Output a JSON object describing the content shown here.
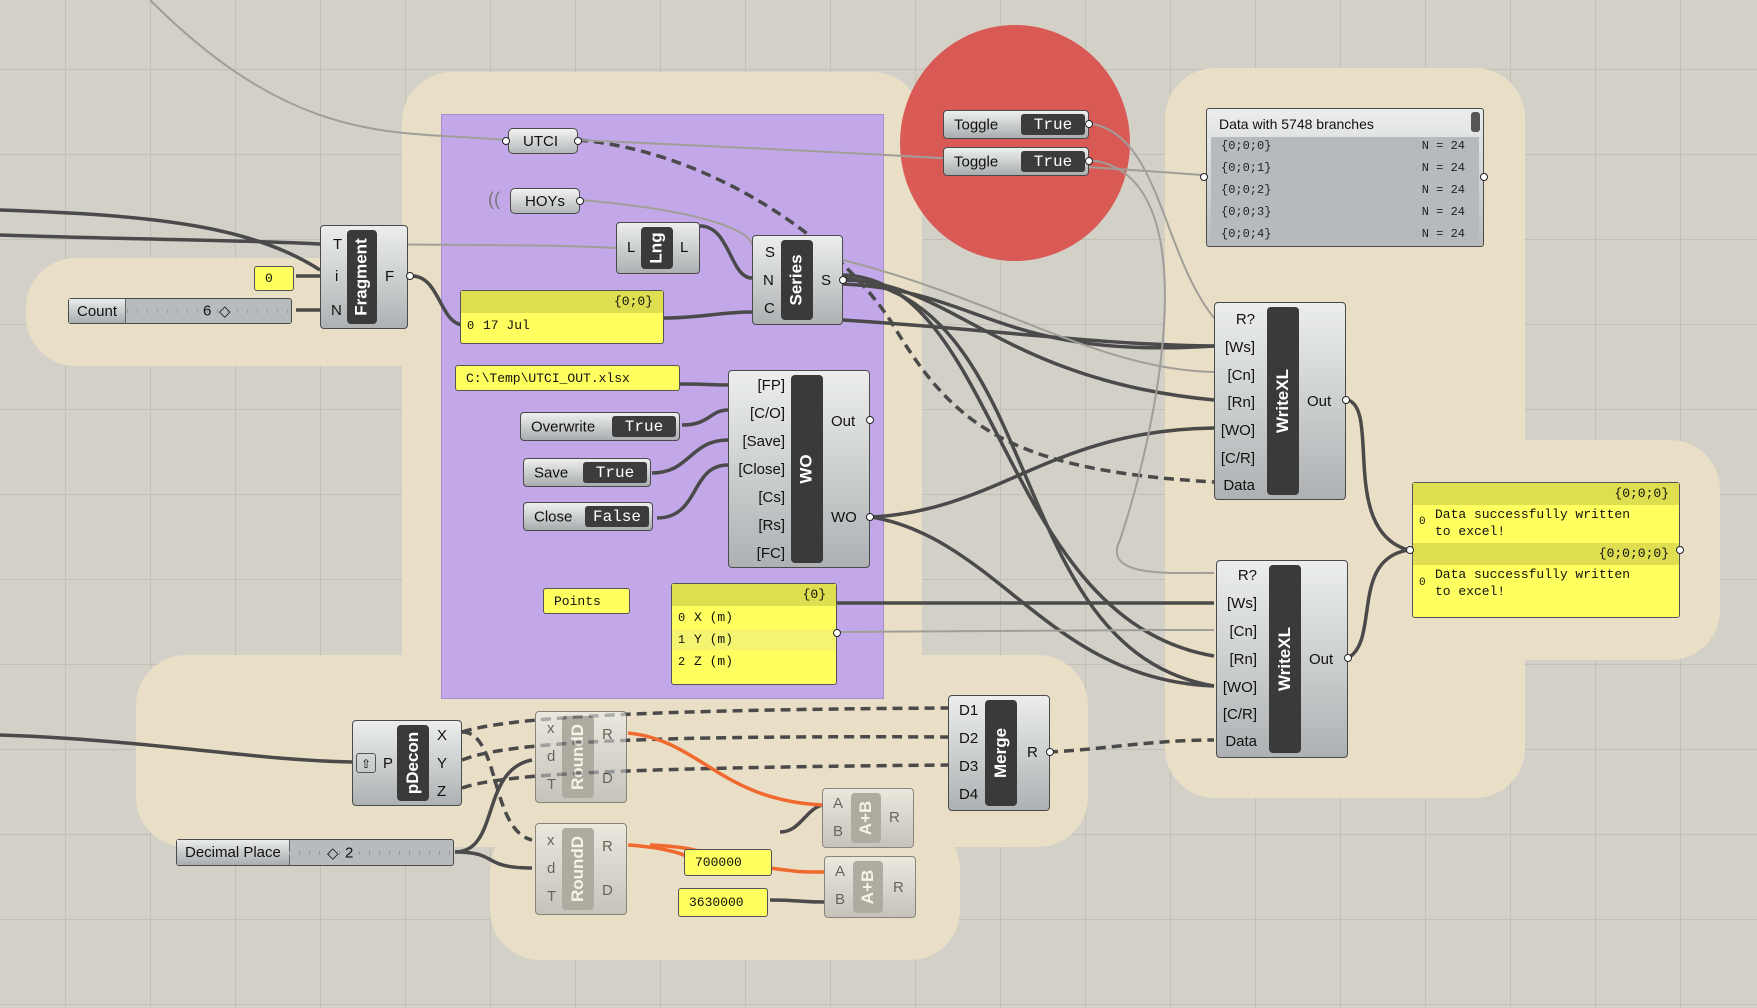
{
  "components": {
    "fragment": {
      "nickname": "Fragment",
      "inputs": [
        "T",
        "i",
        "N"
      ],
      "outputs": [
        "F"
      ]
    },
    "lng": {
      "nickname": "Lng",
      "inputs": [
        "L"
      ],
      "outputs": [
        "L"
      ]
    },
    "series": {
      "nickname": "Series",
      "inputs": [
        "S",
        "N",
        "C"
      ],
      "outputs": [
        "S"
      ]
    },
    "wo": {
      "nickname": "WO",
      "inputs": [
        "[FP]",
        "[C/O]",
        "[Save]",
        "[Close]",
        "[Cs]",
        "[Rs]",
        "[FC]"
      ],
      "outputs": [
        "Out",
        "WO"
      ]
    },
    "writexl1": {
      "nickname": "WriteXL",
      "inputs": [
        "R?",
        "[Ws]",
        "[Cn]",
        "[Rn]",
        "[WO]",
        "[C/R]",
        "Data"
      ],
      "outputs": [
        "Out"
      ]
    },
    "writexl2": {
      "nickname": "WriteXL",
      "inputs": [
        "R?",
        "[Ws]",
        "[Cn]",
        "[Rn]",
        "[WO]",
        "[C/R]",
        "Data"
      ],
      "outputs": [
        "Out"
      ]
    },
    "pdecon": {
      "nickname": "pDecon",
      "inputs": [
        "P"
      ],
      "outputs": [
        "X",
        "Y",
        "Z"
      ]
    },
    "roundd1": {
      "nickname": "RoundD",
      "inputs": [
        "x",
        "d",
        "T"
      ],
      "outputs": [
        "R",
        "D"
      ]
    },
    "roundd2": {
      "nickname": "RoundD",
      "inputs": [
        "x",
        "d",
        "T"
      ],
      "outputs": [
        "R",
        "D"
      ]
    },
    "merge": {
      "nickname": "Merge",
      "inputs": [
        "D1",
        "D2",
        "D3",
        "D4"
      ],
      "outputs": [
        "R"
      ]
    },
    "add1": {
      "nickname": "A+B",
      "inputs": [
        "A",
        "B"
      ],
      "outputs": [
        "R"
      ]
    },
    "add2": {
      "nickname": "A+B",
      "inputs": [
        "A",
        "B"
      ],
      "outputs": [
        "R"
      ]
    }
  },
  "params": {
    "utci": "UTCI",
    "hoys": "HOYs"
  },
  "toggles": [
    {
      "label": "Toggle",
      "value": "True"
    },
    {
      "label": "Toggle",
      "value": "True"
    },
    {
      "label": "Overwrite",
      "value": "True"
    },
    {
      "label": "Save",
      "value": "True"
    },
    {
      "label": "Close",
      "value": "False"
    }
  ],
  "sliders": {
    "count": {
      "label": "Count",
      "value": "6"
    },
    "decimal": {
      "label": "Decimal Place",
      "value": "2"
    }
  },
  "yellow_params": {
    "zero": "0",
    "filepath": "C:\\Temp\\UTCI_OUT.xlsx",
    "points": "Points",
    "n700000": "700000",
    "n3630000": "3630000"
  },
  "panels": {
    "date": {
      "header": "{0;0}",
      "rows": [
        {
          "i": "0",
          "t": "17 Jul"
        }
      ]
    },
    "points": {
      "header": "{0}",
      "rows": [
        {
          "i": "0",
          "t": "X (m)"
        },
        {
          "i": "1",
          "t": "Y (m)"
        },
        {
          "i": "2",
          "t": "Z (m)"
        }
      ]
    },
    "result1": {
      "header": "{0;0;0}",
      "index": "0",
      "line1": "Data successfully written",
      "line2": "to excel!"
    },
    "result2": {
      "header": "{0;0;0;0}",
      "index": "0",
      "line1": "Data successfully written",
      "line2": "to excel!"
    }
  },
  "data_viewer": {
    "title": "Data with 5748 branches",
    "rows": [
      {
        "path": "{0;0;0}",
        "n": "N = 24"
      },
      {
        "path": "{0;0;1}",
        "n": "N = 24"
      },
      {
        "path": "{0;0;2}",
        "n": "N = 24"
      },
      {
        "path": "{0;0;3}",
        "n": "N = 24"
      },
      {
        "path": "{0;0;4}",
        "n": "N = 24"
      }
    ]
  },
  "colors": {
    "canvas": "#d3d0c8",
    "group": "#e9dfc6",
    "purple_group": "#c2a8e8",
    "red_highlight": "#d9534f",
    "panel_yellow": "#ffff60",
    "wire": "#4a4a4a",
    "orange_wire": "#f06a30"
  }
}
